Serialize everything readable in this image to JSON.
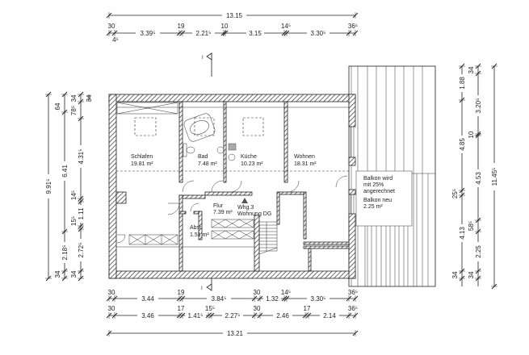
{
  "drawing": {
    "type": "floor plan",
    "unit_label": "Whg.3",
    "unit_name": "Wohnung DG",
    "section_marker": "I"
  },
  "rooms": [
    {
      "name": "Schlafen",
      "area": "19.81 m²"
    },
    {
      "name": "Bad",
      "area": "7.48 m²"
    },
    {
      "name": "Küche",
      "area": "10.23 m²"
    },
    {
      "name": "Wohnen",
      "area": "18.31 m²"
    },
    {
      "name": "Flur",
      "area": "7.39 m²"
    },
    {
      "name": "Abst.",
      "area": "1.51 m²"
    }
  ],
  "balcony_note": {
    "line1": "Balkon wird",
    "line2": "mit 25%",
    "line3": "angerechnet",
    "line4": "Balkon neu",
    "line5": "2.25 m²"
  },
  "dimensions": {
    "top_total": "13.15",
    "top_chain": [
      "30",
      "4⁵",
      "3.39⁵",
      "19",
      "2.21⁵",
      "10",
      "3.15",
      "14⁵",
      "3.30⁵",
      "36⁵"
    ],
    "bottom_chain_1": [
      "30",
      "3.44",
      "19",
      "3.84⁵",
      "30",
      "1.32",
      "14⁵",
      "3.30⁵",
      "36⁵"
    ],
    "bottom_chain_2": [
      "30",
      "3.46",
      "17",
      "1.41⁵",
      "15⁵",
      "2.27⁵",
      "30",
      "2.46",
      "17",
      "2.14",
      "36⁵"
    ],
    "bottom_total": "13.21",
    "left_total": "9.91⁵",
    "left_chain_1": [
      "64",
      "6.41",
      "2.18⁵",
      "34"
    ],
    "left_chain_2": [
      "34",
      "78⁵",
      "4.31⁵",
      "14⁵",
      "1.11",
      "15⁵",
      "2.72⁵",
      "34"
    ],
    "left_top_34": "34",
    "right_chain_1": [
      "1.88",
      "4.85",
      "25⁵",
      "4.13",
      "34"
    ],
    "right_chain_2": [
      "34",
      "3.20⁵",
      "10",
      "4.53",
      "58⁵",
      "2.25",
      "34"
    ],
    "right_total": "11.45⁵"
  }
}
